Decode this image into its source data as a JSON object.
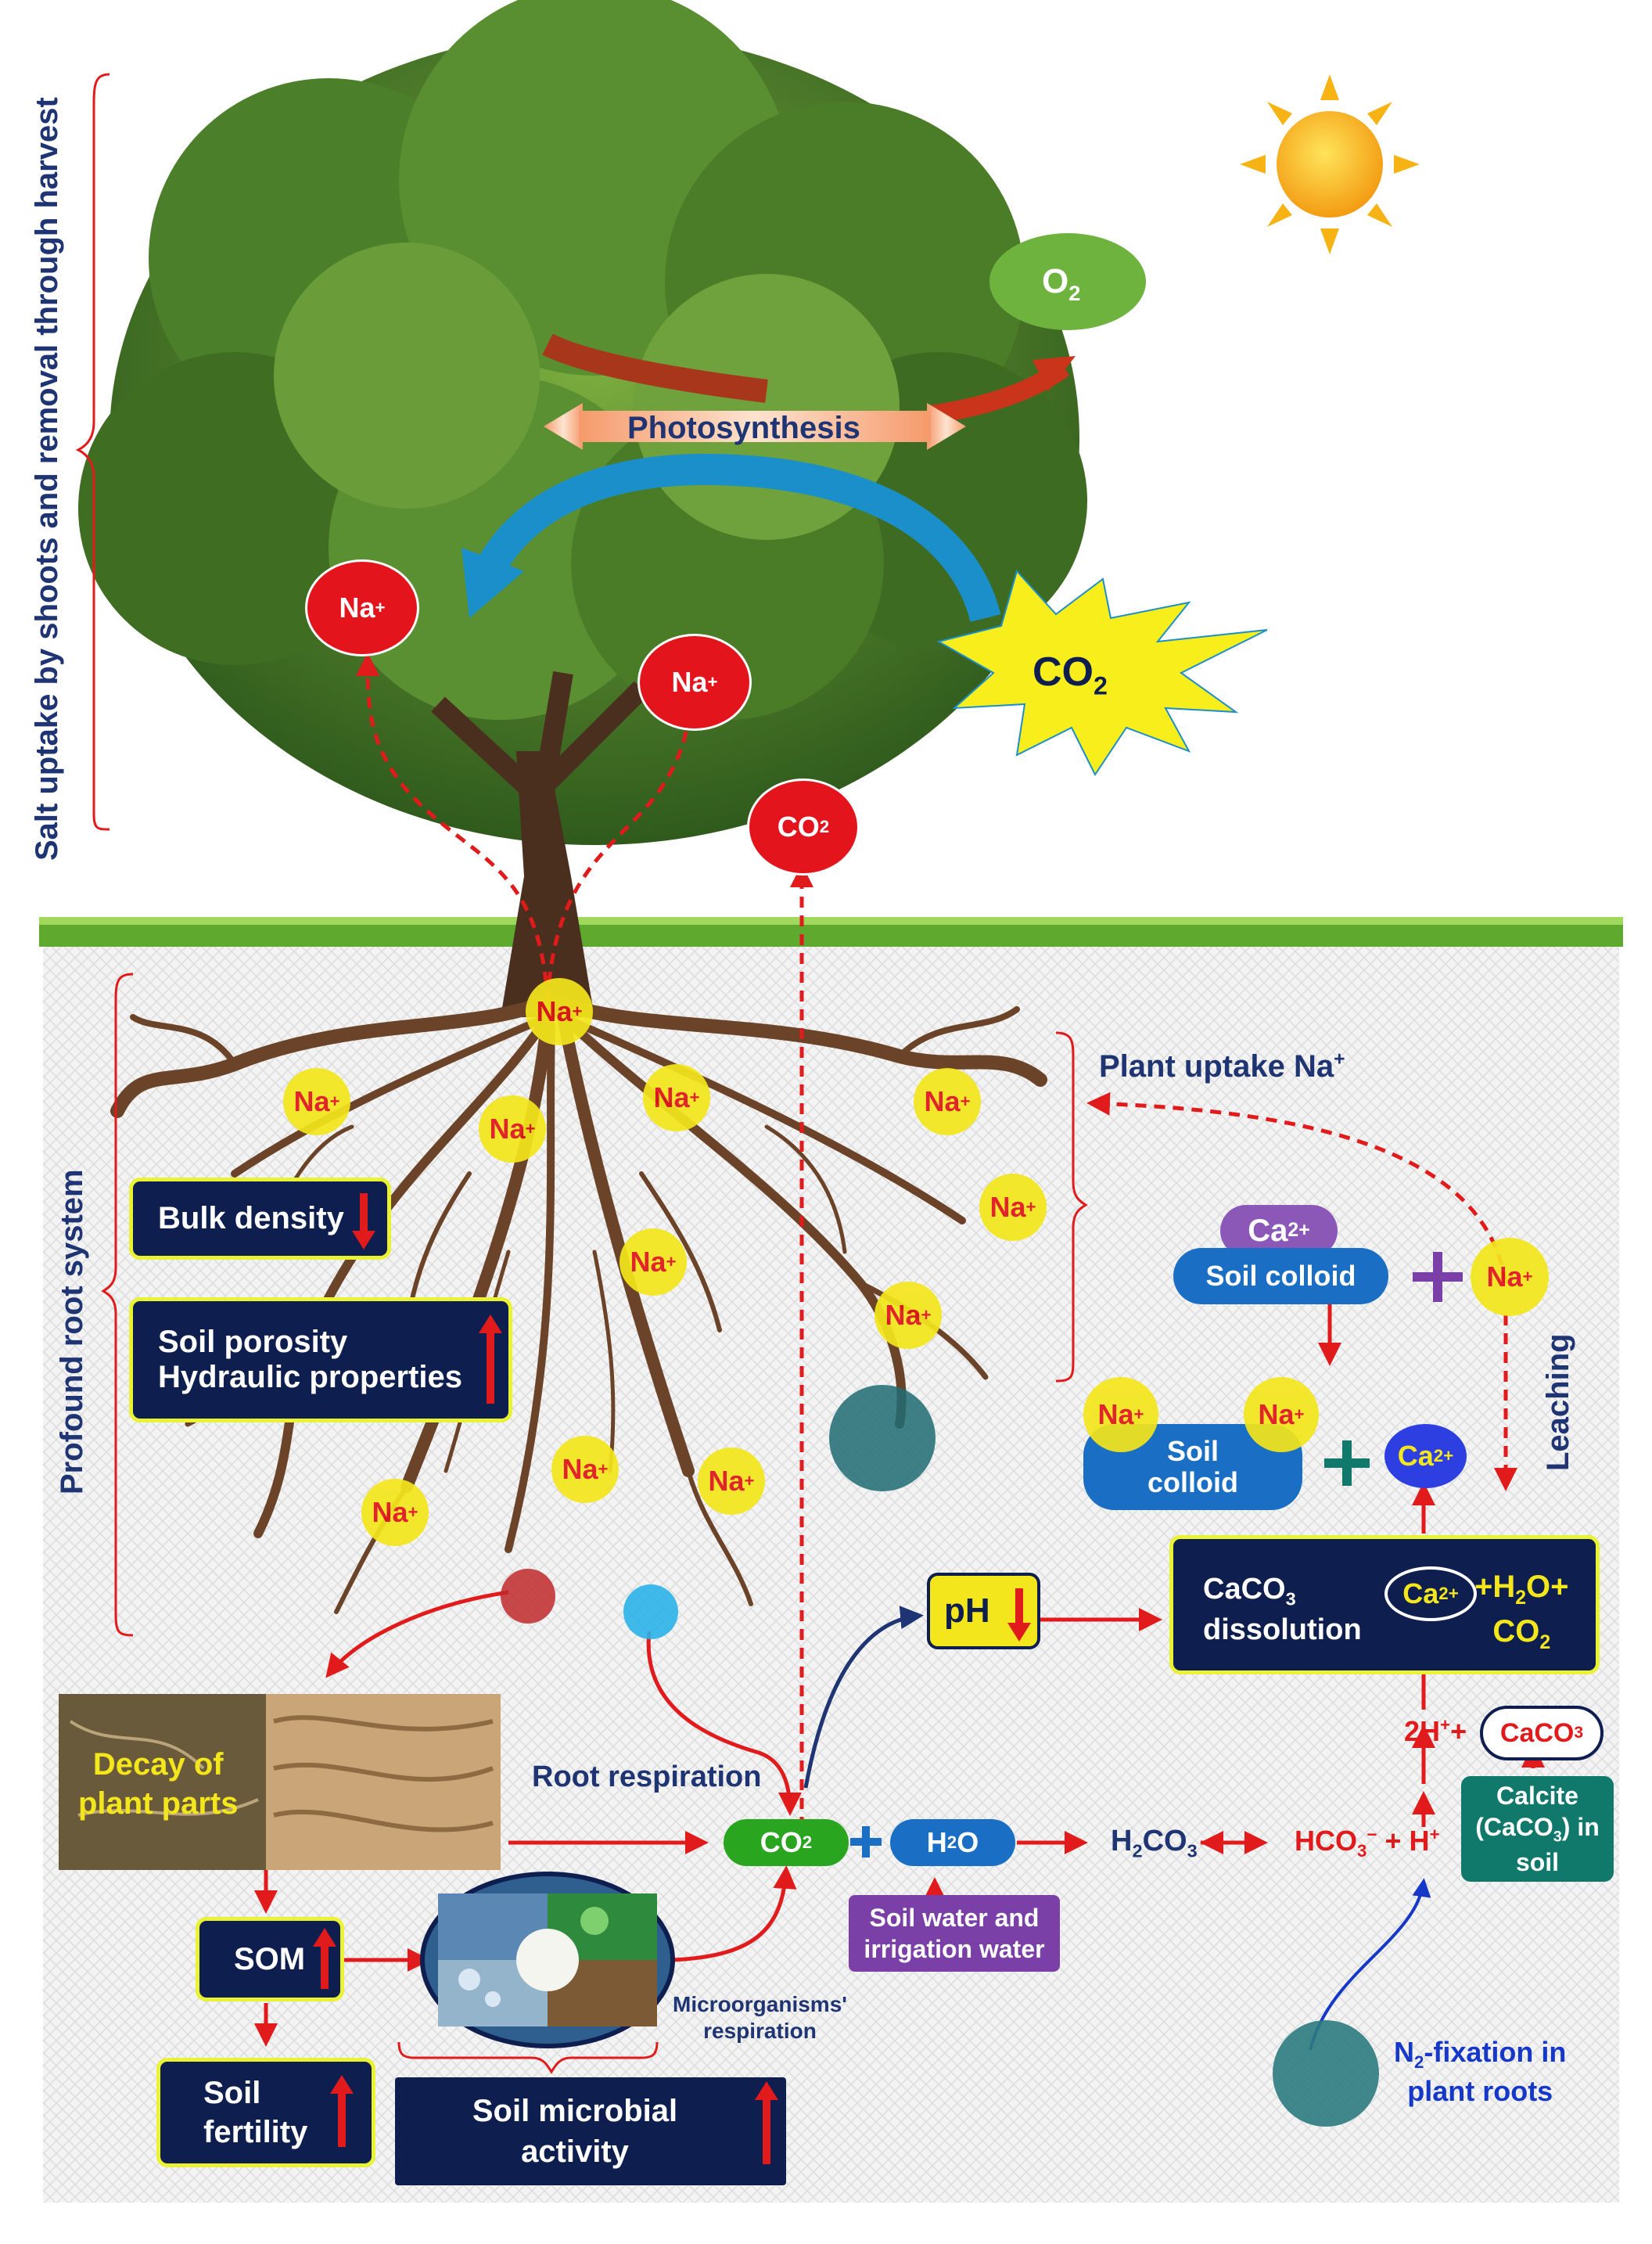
{
  "labels": {
    "salt_uptake": "Salt uptake by shoots and removal through harvest",
    "profound_root": "Profound root system",
    "o2": "O",
    "o2_sub": "2",
    "photosynthesis": "Photosynthesis",
    "co2_main": "CO",
    "co2_sub": "2",
    "na": "Na",
    "na_sup": "+",
    "plant_uptake": "Plant uptake Na",
    "plant_uptake_sup": "+",
    "leaching": "Leaching",
    "bulk_density": "Bulk density",
    "soil_porosity": "Soil porosity",
    "hydraulic": "Hydraulic properties",
    "ca": "Ca",
    "ca_sup": "2+",
    "soil_colloid": "Soil colloid",
    "soil": "Soil",
    "colloid": "colloid",
    "ph": "pH",
    "caco3_dissolution_1": "CaCO",
    "caco3_sub": "3",
    "caco3_dissolution_2": "dissolution",
    "h2o_co2_1": "+H",
    "h2o_co2_2": "O+",
    "decay_1": "Decay of",
    "decay_2": "plant parts",
    "root_respiration": "Root respiration",
    "h2o": "H",
    "h2o_end": "O",
    "h2co3_1": "H",
    "h2co3_2": "CO",
    "hco3": "HCO",
    "hco3_sup": "−",
    "plus_h": "+ H",
    "h_sup": "+",
    "two_h": "2H",
    "two_h_end": "+",
    "caco3_box": "CaCO",
    "calcite_1": "Calcite",
    "calcite_2": "(CaCO",
    "calcite_2b": ") in",
    "calcite_3": "soil",
    "soil_water_1": "Soil water and",
    "soil_water_2": "irrigation water",
    "som": "SOM",
    "micro_resp_1": "Microorganisms'",
    "micro_resp_2": "respiration",
    "soil_fertility_1": "Soil",
    "soil_fertility_2": "fertility",
    "soil_microbial_1": "Soil microbial",
    "soil_microbial_2": "activity",
    "n2_fix_1": "N",
    "n2_fix_sub": "2",
    "n2_fix_1b": "-fixation in",
    "n2_fix_2": "plant roots"
  },
  "colors": {
    "navy": "#0d1e4f",
    "navy_text": "#1f3473",
    "red": "#e11b1b",
    "green_pill": "#2aa520",
    "blue_pill": "#1a6fc4",
    "purple": "#7b3fa8",
    "teal": "#10796b",
    "yellow": "#f4e61c"
  }
}
